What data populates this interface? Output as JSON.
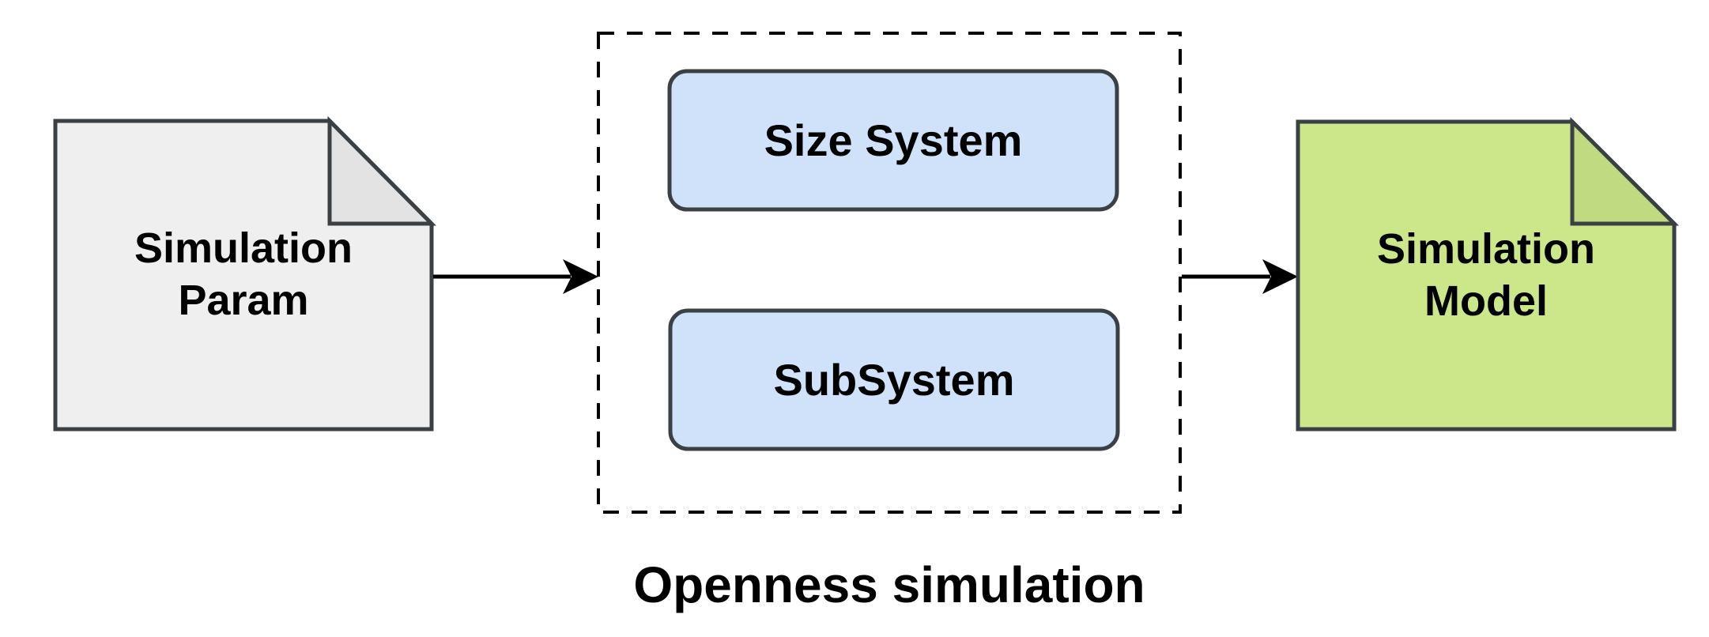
{
  "diagram": {
    "caption": "Openness simulation",
    "nodes": {
      "simulation_param": {
        "line1": "Simulation",
        "line2": "Param"
      },
      "size_system": {
        "label": "Size System"
      },
      "subsystem": {
        "label": "SubSystem"
      },
      "simulation_model": {
        "line1": "Simulation",
        "line2": "Model"
      }
    },
    "colors": {
      "param_doc_fill": "#efefef",
      "param_doc_fold": "#e3e3e3",
      "model_doc_fill": "#cbe78a",
      "model_doc_fold": "#c0da81",
      "system_box_fill": "#cfe2f9",
      "shape_stroke": "#3b4045",
      "dashed_border_color": "#000000",
      "arrow_color": "#000000",
      "text_color": "#000000"
    }
  }
}
